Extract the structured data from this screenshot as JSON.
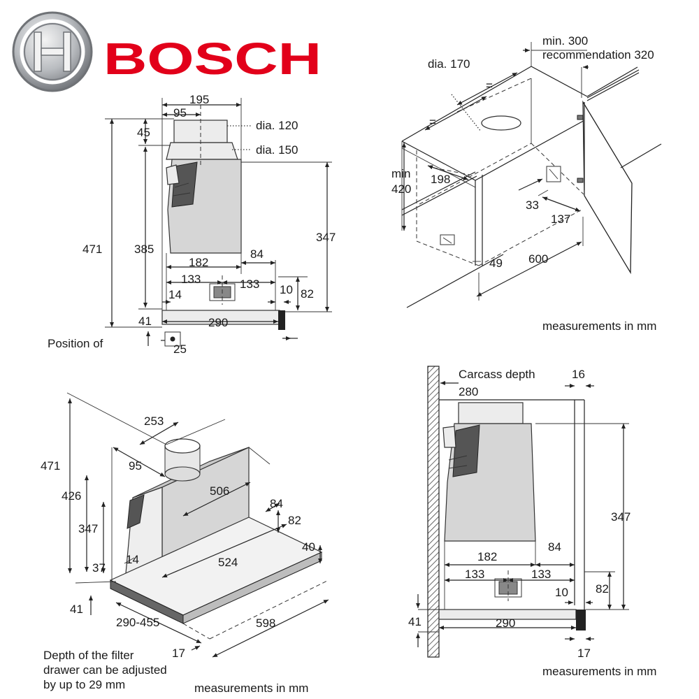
{
  "brand": {
    "name": "BOSCH",
    "logo_icon": "bosch-armature-logo-icon",
    "brand_color": "#e2001a"
  },
  "side_view": {
    "dims": {
      "d195": "195",
      "d95": "95",
      "dia120": "dia. 120",
      "dia150": "dia. 150",
      "d45": "45",
      "d471": "471",
      "d385": "385",
      "d347": "347",
      "d182": "182",
      "d84": "84",
      "d133a": "133",
      "d133b": "133",
      "d14": "14",
      "d10": "10",
      "d82": "82",
      "d41": "41",
      "d290": "290",
      "d25": "25"
    },
    "position_label": "Position of"
  },
  "cabinet_view": {
    "dims": {
      "min300": "min. 300",
      "rec320": "recommendation 320",
      "dia170": "dia. 170",
      "eq1": "=",
      "eq2": "=",
      "min": "min",
      "d420": "420",
      "d198": "198",
      "d33": "33",
      "d137": "137",
      "d49": "49",
      "d600": "600"
    },
    "units_note": "measurements in mm"
  },
  "iso_view": {
    "dims": {
      "d253": "253",
      "d95": "95",
      "d471": "471",
      "d426": "426",
      "d347": "347",
      "d506": "506",
      "d84": "84",
      "d82": "82",
      "d37": "37",
      "d14": "14",
      "d524": "524",
      "d40": "40",
      "d41": "41",
      "d290_455": "290-455",
      "d598": "598",
      "d17": "17"
    },
    "filter_note_1": "Depth of the filter",
    "filter_note_2": "drawer can be adjusted",
    "filter_note_3": "by up to 29 mm",
    "units_note": "measurements in mm"
  },
  "carcass_view": {
    "dims": {
      "carcass_depth": "Carcass depth",
      "d16": "16",
      "d280": "280",
      "d347": "347",
      "d182": "182",
      "d84": "84",
      "d133a": "133",
      "d133b": "133",
      "d10": "10",
      "d82": "82",
      "d41": "41",
      "d290": "290",
      "d17": "17"
    },
    "units_note": "measurements in mm"
  }
}
